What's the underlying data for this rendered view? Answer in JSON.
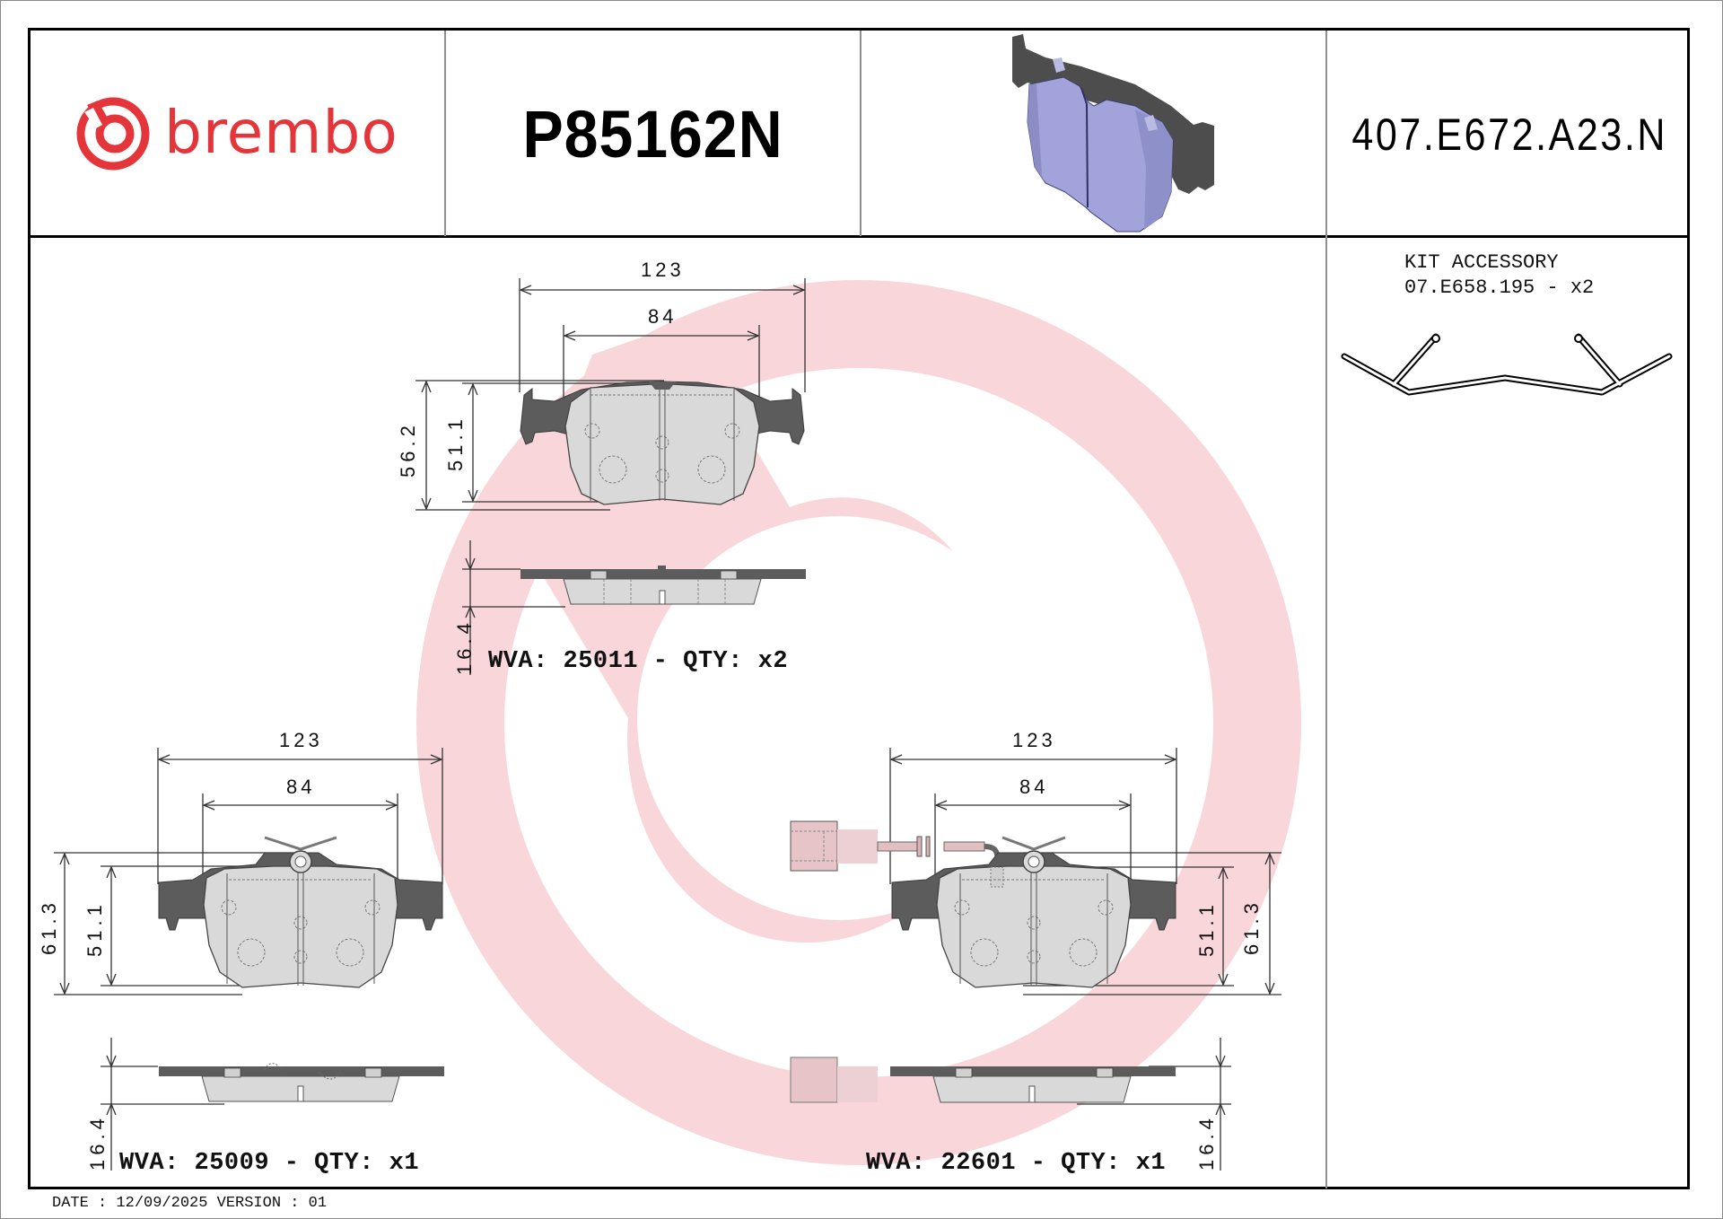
{
  "header": {
    "brand": "brembo",
    "brand_color": "#e4353a",
    "part_number": "P85162N",
    "product_image": "brake-pad-3d-render",
    "code": "407.E672.A23.N"
  },
  "kit_accessory": {
    "title": "KIT ACCESSORY",
    "code_line": "07.E658.195 - x2",
    "image": "anti-rattle-spring"
  },
  "pads": [
    {
      "position": "top-center",
      "width_total": "123",
      "width_pad": "84",
      "height_total": "56.2",
      "height_pad": "51.1",
      "thickness": "16.4",
      "wva_label": "WVA: 25011 - QTY: x2",
      "wva": "25011",
      "qty": "x2"
    },
    {
      "position": "bottom-left",
      "width_total": "123",
      "width_pad": "84",
      "height_total": "61.3",
      "height_pad": "51.1",
      "thickness": "16.4",
      "wva_label": "WVA: 25009 - QTY: x1",
      "wva": "25009",
      "qty": "x1"
    },
    {
      "position": "bottom-right",
      "width_total": "123",
      "width_pad": "84",
      "height_total": "61.3",
      "height_pad": "51.1",
      "thickness": "16.4",
      "wva_label": "WVA: 22601 - QTY: x1",
      "wva": "22601",
      "qty": "x1",
      "has_wear_sensor": true
    }
  ],
  "footer": {
    "text": "DATE : 12/09/2025 VERSION : 01",
    "date": "12/09/2025",
    "version": "01"
  },
  "colors": {
    "watermark": "#f9d6da",
    "backplate": "#5a5a5a",
    "friction": "#d9d9d9",
    "render_friction": "#a1a3da"
  }
}
